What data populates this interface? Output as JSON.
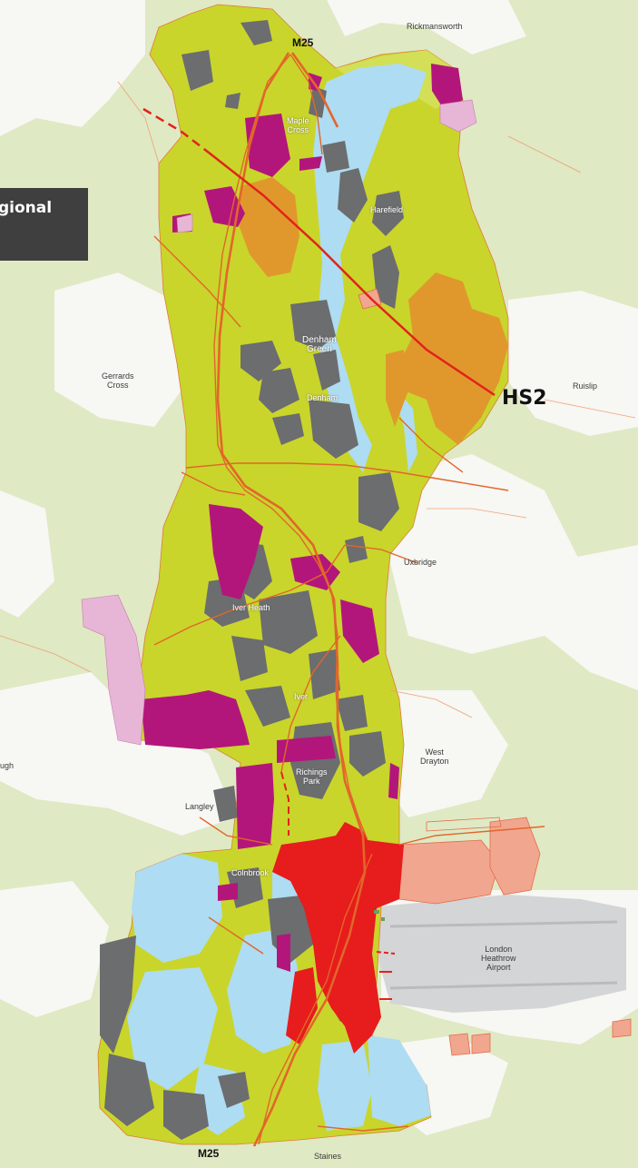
{
  "map": {
    "region_label": "gional",
    "motorway_labels": {
      "north": "M25",
      "south": "M25"
    },
    "railway_label": "HS2",
    "places": {
      "rickmansworth": "Rickmansworth",
      "maple_cross": "Maple\nCross",
      "harefield": "Harefield",
      "denham_green": "Denham\nGreen",
      "denham": "Denham",
      "gerrards_cross": "Gerrards\nCross",
      "ruislip": "Ruislip",
      "uxbridge": "Uxbridge",
      "iver_heath": "Iver Heath",
      "iver": "Iver",
      "west_drayton": "West\nDrayton",
      "richings_park": "Richings\nPark",
      "langley": "Langley",
      "colnbrook": "Colnbrook",
      "heathrow": "London\nHeathrow\nAirport",
      "staines": "Staines",
      "slough_fragment": "ugh"
    },
    "colors": {
      "background": "#dde8c2",
      "urban": "#f6f6f2",
      "green_belt": "#c8d42a",
      "developed_land": "#6a6c6e",
      "water": "#aedcf1",
      "magenta_sites": "#b5157c",
      "light_pink_sites": "#e8b4d6",
      "orange_hs2_zone": "#e0972c",
      "red_heathrow_expansion": "#e71b1b",
      "salmon_sites": "#f0a58e",
      "roads": "#e2662a",
      "airport_grey": "#cfd1d3"
    }
  }
}
